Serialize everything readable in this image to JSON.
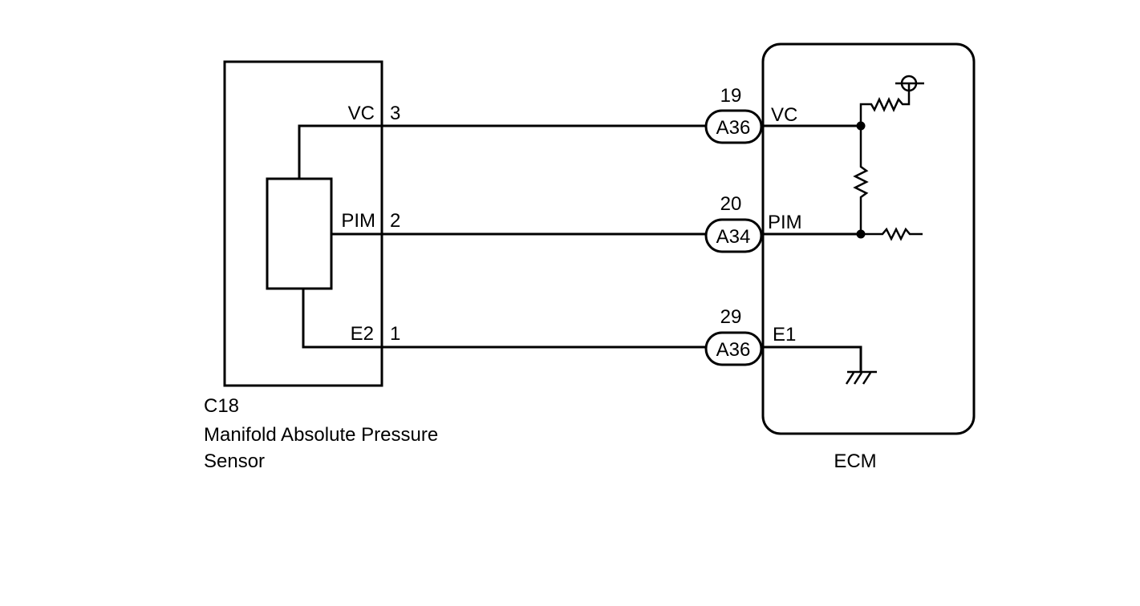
{
  "sensor": {
    "code": "C18",
    "name_line1": "Manifold Absolute Pressure",
    "name_line2": "Sensor",
    "terminals": [
      {
        "name": "VC",
        "pin": "3"
      },
      {
        "name": "PIM",
        "pin": "2"
      },
      {
        "name": "E2",
        "pin": "1"
      }
    ]
  },
  "ecm": {
    "label": "ECM",
    "terminals": [
      {
        "name": "VC",
        "connector": "A36",
        "pin": "19"
      },
      {
        "name": "PIM",
        "connector": "A34",
        "pin": "20"
      },
      {
        "name": "E1",
        "connector": "A36",
        "pin": "29"
      }
    ]
  },
  "colors": {
    "line": "#000000",
    "background": "#ffffff"
  }
}
